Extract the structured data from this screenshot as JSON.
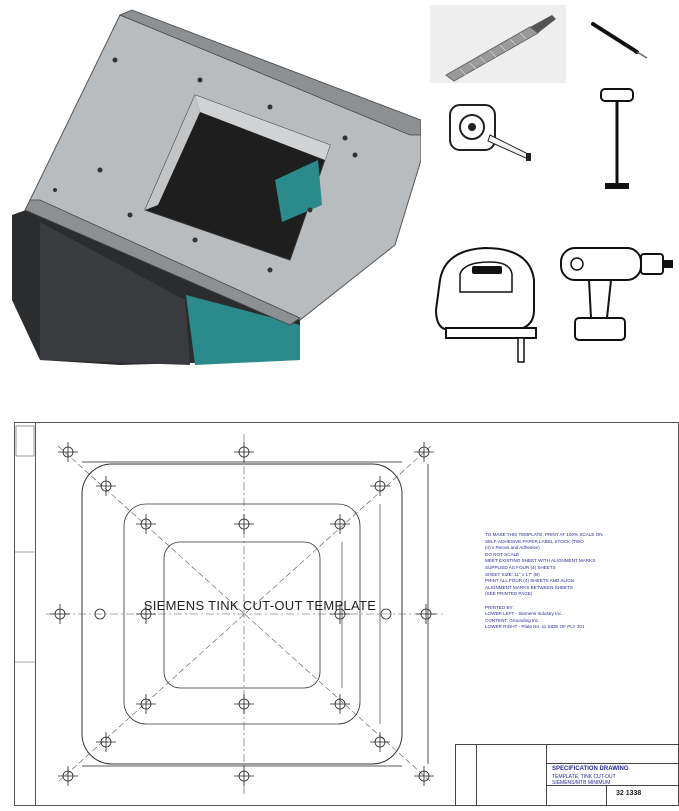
{
  "cad_render": {
    "colors": {
      "panel_top": "#b9bcbf",
      "panel_edge": "#7a7d80",
      "inner_wall": "#d0d2d4",
      "cavity": "#1e1e1e",
      "side_body": "#2b2c2e",
      "teal_bracket": "#2a8a8c"
    }
  },
  "tools": [
    {
      "name": "flat-file-icon"
    },
    {
      "name": "awl-icon"
    },
    {
      "name": "tape-measure-icon"
    },
    {
      "name": "ball-peen-hammer-icon"
    },
    {
      "name": "jigsaw-icon"
    },
    {
      "name": "cordless-drill-icon"
    }
  ],
  "drawing": {
    "title": "SIEMENS TINK CUT-OUT TEMPLATE",
    "spec_lines": [
      "TO MAKE THIS TEMPLATE, PRINT AT 100% SCALE ON",
      "SELF-ADHESIVE PAPER LABEL STOCK (TWO",
      "(4) x Pieces and Adhesive)",
      "DO NOT SCALE",
      "MEET EXISTING SHEET WITH ALIGNMENT MARKS",
      "SUPPLIED AS FOUR (4) SHEETS",
      "SHEET SIZE: 11\" x 17\" (B)",
      "PRINT ALL FOUR (4) SHEETS AND ALIGN",
      "ALIGNMENT MARKS BETWEEN SHEETS",
      "(SEE PRINTED PAGE)",
      "",
      "PRINTED BY:",
      "LOWER LEFT - Siemens Industry Inc.",
      "CONTENT: Grounding Inc.",
      "LOWER RIGHT - Plate No. 11 SIDE OF PLY 201"
    ],
    "title_block": {
      "heading": "SPECIFICATION DRAWING",
      "subheading": "TEMPLATE, TINK CUT-OUT",
      "subheading2": "SIEMENS/MTB MINIMUM",
      "number": "32 1338"
    }
  }
}
